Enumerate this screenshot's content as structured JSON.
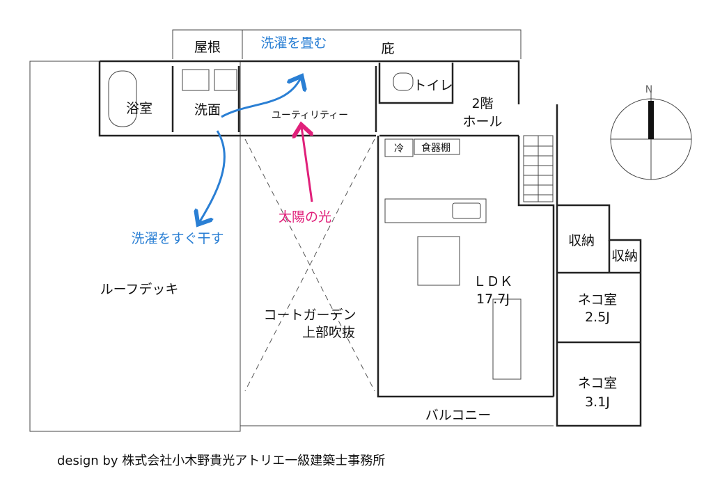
{
  "labels": {
    "roof": "屋根",
    "fold_laundry": "洗濯を畳む",
    "eaves": "庇",
    "bath": "浴室",
    "washroom": "洗面",
    "utility": "ユーティリティー",
    "toilet": "トイレ",
    "hall_line1": "2階",
    "hall_line2": "ホール",
    "fridge": "冷",
    "cupboard": "食器棚",
    "sunlight": "太陽の光",
    "dry_laundry": "洗濯をすぐ干す",
    "roof_deck": "ルーフデッキ",
    "court_line1": "コートガーデン",
    "court_line2": "上部吹抜",
    "ldk": "ＬＤＫ",
    "ldk_size": "17.7J",
    "storage1": "収納",
    "storage2": "収納",
    "cat_room1": "ネコ室",
    "cat_room1_size": "2.5J",
    "cat_room2": "ネコ室",
    "cat_room2_size": "3.1J",
    "balcony": "バルコニー",
    "compass_n": "N"
  },
  "credit": "design by 株式会社小木野貴光アトリエ一級建築士事務所",
  "colors": {
    "blue": "#2a7fd4",
    "pink": "#e0207a"
  }
}
